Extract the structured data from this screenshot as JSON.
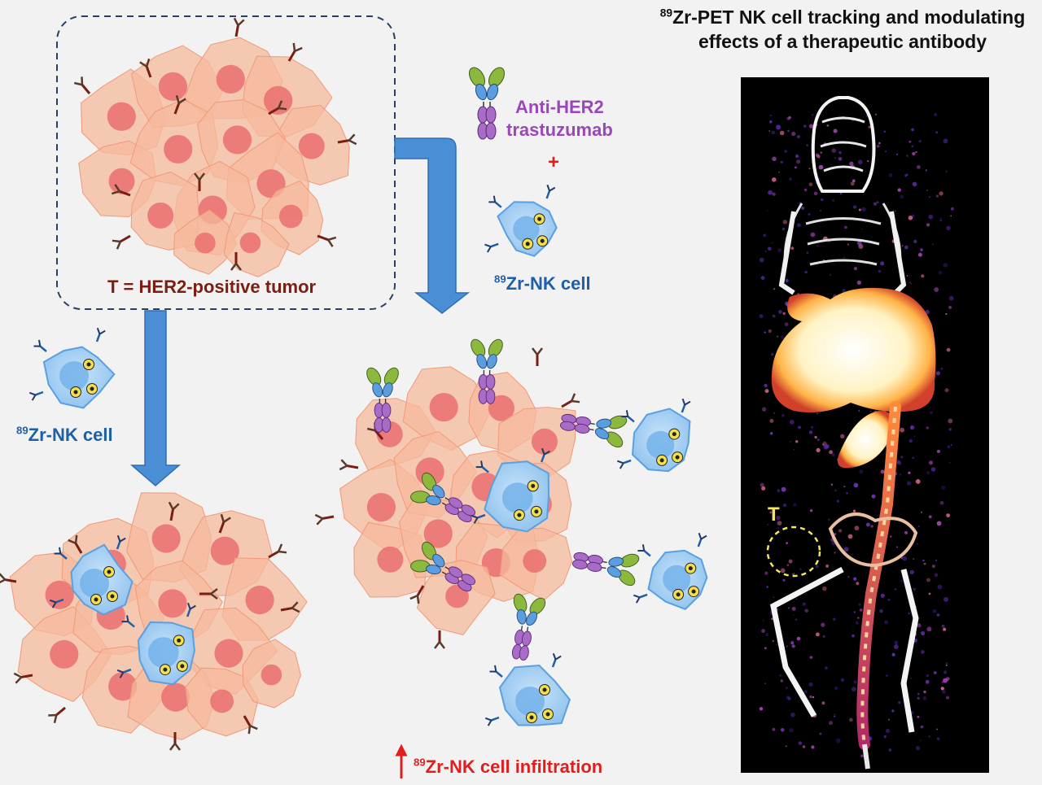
{
  "title": {
    "isotope": "89",
    "line1_rest": "Zr-PET NK cell tracking and modulating",
    "line2": "effects of a therapeutic antibody"
  },
  "tumor_label": "T = HER2-positive tumor",
  "antibody_label": {
    "line1": "Anti-HER2",
    "line2": "trastuzumab"
  },
  "plus_sign": "+",
  "nk_cell_label": {
    "isotope": "89",
    "rest": "Zr-NK cell"
  },
  "infiltration_label": {
    "arrow": "↑",
    "isotope": "89",
    "rest": "Zr-NK cell infiltration"
  },
  "pet_tumor_marker": "T",
  "colors": {
    "tumor_cell_fill": "#f6b99c",
    "tumor_nucleus": "#ea6f6f",
    "nk_cell_fill": "#a9d3f5",
    "nk_nucleus": "#6fb0ea",
    "flow_arrow": "#4a8fd6",
    "antibody_fab": "#8cb83d",
    "antibody_mid": "#5b9ee0",
    "antibody_fc": "#a86bc6",
    "pet_background": "#000000",
    "pet_hotspot": "#fff6d0",
    "tumor_marker": "#f5e65a"
  }
}
